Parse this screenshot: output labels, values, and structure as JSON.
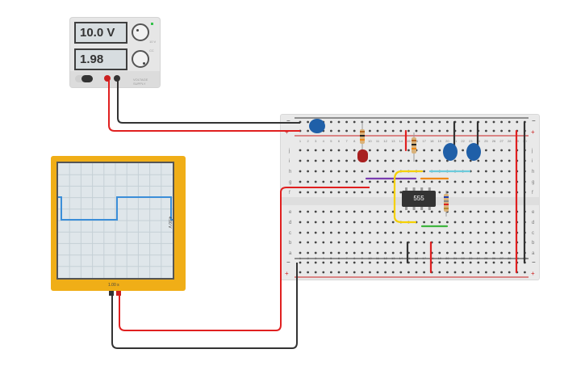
{
  "power_supply": {
    "voltage_display": "10.0 V",
    "current_display": "1.98 mA",
    "label": "VOLTAGE SUPPLY",
    "knob_voltage_label": "10 V",
    "knob_current_label": "CC",
    "status_led_color": "#34c24a",
    "terminal_positive_color": "#cc1f1f",
    "terminal_negative_color": "#333333"
  },
  "oscilloscope": {
    "time_per_div": "1.00 s",
    "volts_per_div": "4.00 V",
    "trace_color": "#3b8ed8",
    "frame_color": "#f0ae17"
  },
  "breadboard": {
    "column_labels": [
      "1",
      "2",
      "3",
      "4",
      "5",
      "6",
      "7",
      "8",
      "9",
      "10",
      "11",
      "12",
      "13",
      "14",
      "15",
      "16",
      "17",
      "18",
      "19",
      "20",
      "21",
      "22",
      "23",
      "24",
      "25",
      "26",
      "27",
      "28",
      "29",
      "30"
    ],
    "top_row_labels": [
      "j",
      "i",
      "h",
      "g",
      "f"
    ],
    "bottom_row_labels": [
      "e",
      "d",
      "c",
      "b",
      "a"
    ],
    "rail_minus": "−",
    "rail_plus": "+"
  },
  "components": {
    "ic_label": "555"
  }
}
